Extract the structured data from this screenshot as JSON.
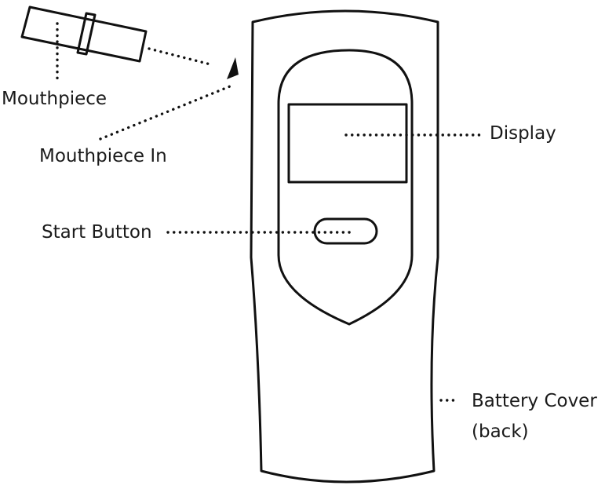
{
  "labels": {
    "mouthpiece": "Mouthpiece",
    "mouthpiece_in": "Mouthpiece In",
    "display": "Display",
    "start_button": "Start Button",
    "battery_cover_line1": "Battery Cover",
    "battery_cover_line2": "(back)"
  },
  "colors": {
    "stroke": "#111111",
    "text": "#1a1a1a",
    "background": "#ffffff"
  }
}
